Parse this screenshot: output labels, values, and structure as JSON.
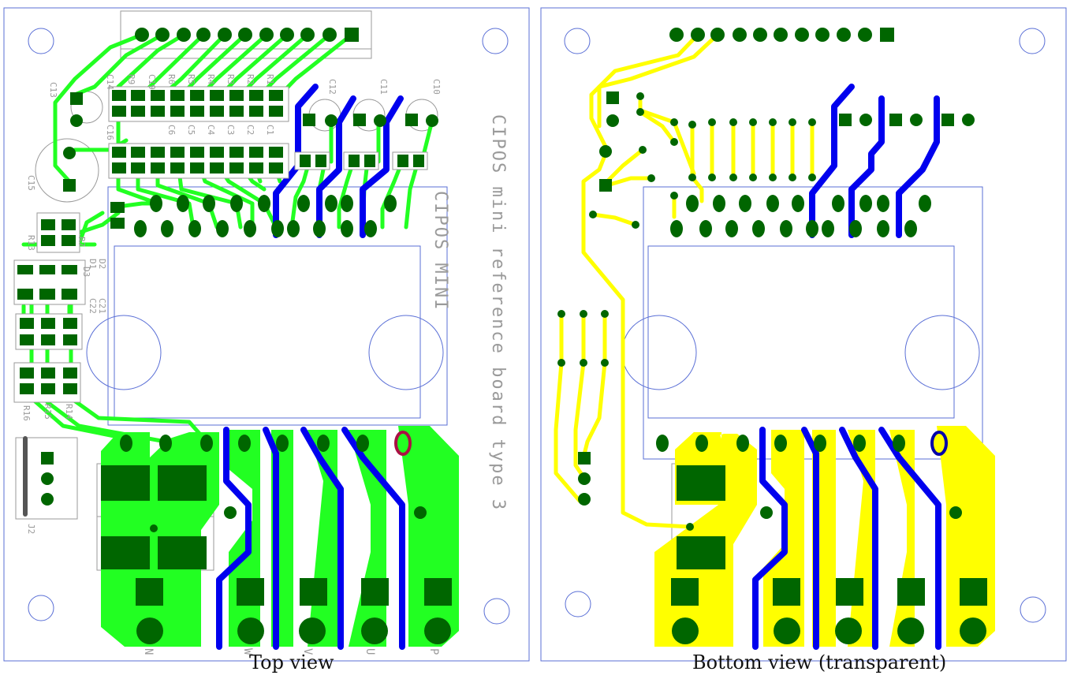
{
  "colors": {
    "outline": "#5a6fd6",
    "top_trace": "#22ff22",
    "bottom_trace": "#ffff00",
    "pad": "#006600",
    "blue_trace": "#0000ee",
    "silk": "#9a9a9a",
    "highlight": "#aa1144"
  },
  "captions": {
    "top": "Top view",
    "bottom": "Bottom view (transparent)"
  },
  "top_view": {
    "board_text_1": "CIPOS mini reference board type 3",
    "board_text_2": "CIPOS MINI",
    "refdes": {
      "top_row": [
        "C14",
        "R9",
        "C19",
        "R6",
        "R5",
        "R4",
        "R3",
        "R2",
        "R1"
      ],
      "caps_right": [
        "C12",
        "C11",
        "C10"
      ],
      "c13": "C13",
      "c15": "C15",
      "c16": "C16",
      "mid_row": [
        "C6",
        "C5",
        "C4",
        "C3",
        "C2",
        "C1"
      ],
      "r13": "R13",
      "left_mid": [
        "R7",
        "D1",
        "D2",
        "D3"
      ],
      "c21": "C21",
      "c22": "C22",
      "r16": "R16",
      "r15": "R15",
      "r14": "R14",
      "j2": "J2",
      "bottom_letters": [
        "N",
        "W",
        "V",
        "U",
        "P"
      ]
    }
  }
}
